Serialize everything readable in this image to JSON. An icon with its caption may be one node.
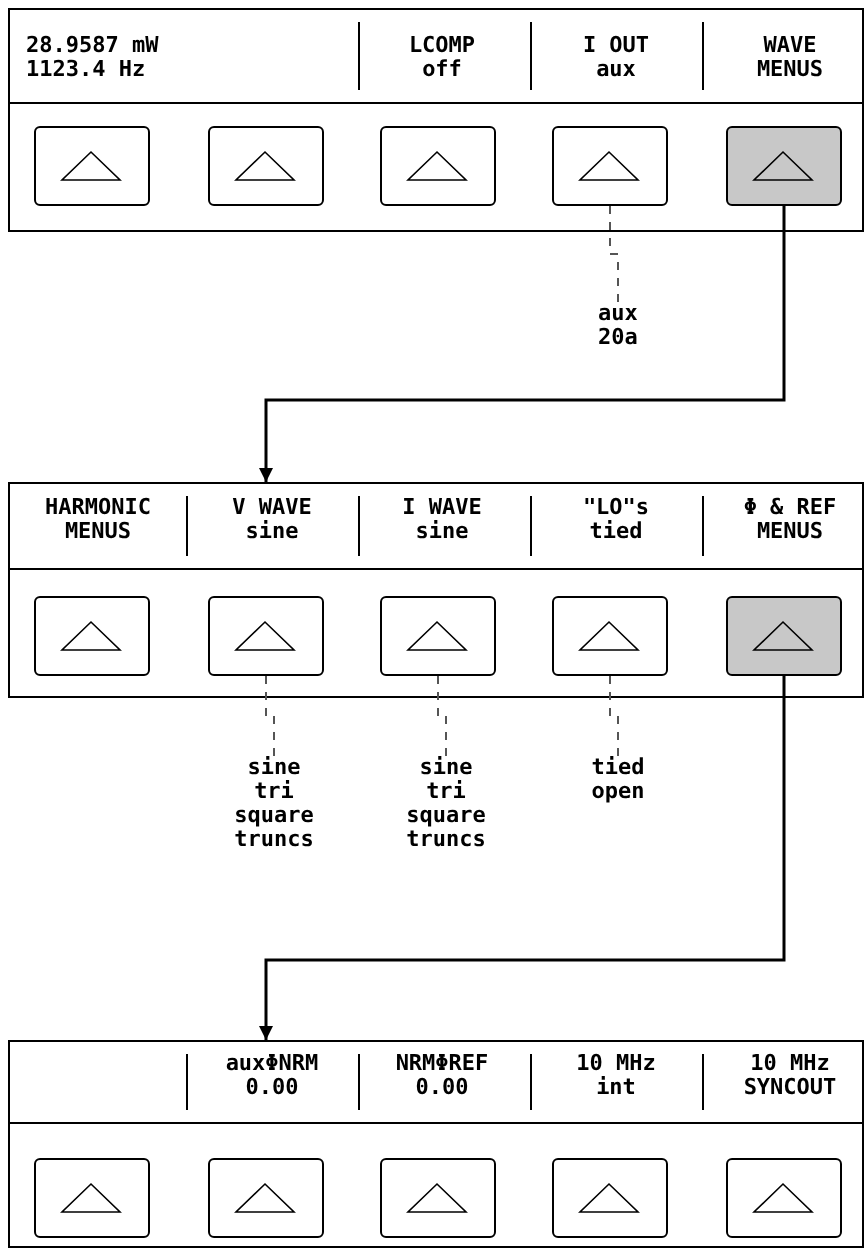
{
  "diagram": {
    "nodes": [
      {
        "text": [],
        "shape": "box"
      },
      {
        "text": [
          "28.9587 mW 1123.4 Hz"
        ],
        "in": 0
      },
      {
        "text": [
          "LCOMP off"
        ],
        "in": 0
      },
      {
        "text": [
          "I OUT aux"
        ],
        "in": 0
      },
      {
        "text": [
          "WAVE MENUS"
        ],
        "in": 0
      },
      {
        "text": [],
        "shape": "box",
        "in": 0
      },
      {
        "text": [],
        "shape": "box",
        "in": 0
      },
      {
        "text": [],
        "shape": "box",
        "in": 0
      },
      {
        "text": [],
        "shape": "box",
        "in": 0
      },
      {
        "text": [],
        "shape": "box",
        "in": 0
      },
      {
        "text": [
          "aux 20a"
        ]
      },
      {
        "text": [],
        "shape": "box"
      },
      {
        "text": [
          "HARMONIC MENUS"
        ],
        "in": 11
      },
      {
        "text": [
          "V WAVE sine"
        ],
        "in": 11
      },
      {
        "text": [
          "I WAVE sine"
        ],
        "in": 11
      },
      {
        "text": [
          "\"LO\"s tied"
        ],
        "in": 11
      },
      {
        "text": [
          "Φ & REF MENUS"
        ],
        "in": 11
      },
      {
        "text": [],
        "shape": "box",
        "in": 11
      },
      {
        "text": [],
        "shape": "box",
        "in": 11
      },
      {
        "text": [],
        "shape": "box",
        "in": 11
      },
      {
        "text": [],
        "shape": "box",
        "in": 11
      },
      {
        "text": [],
        "shape": "box",
        "in": 11
      },
      {
        "text": [
          "sine tri square truncs"
        ]
      },
      {
        "text": [
          "sine tri square truncs"
        ]
      },
      {
        "text": [
          "tied open"
        ]
      },
      {
        "text": [],
        "shape": "box"
      },
      {
        "text": [
          "auxΦNRM 0.00"
        ],
        "in": 25
      },
      {
        "text": [
          "NRMΦREF 0.00"
        ],
        "in": 25
      },
      {
        "text": [
          "10 MHz int"
        ],
        "in": 25
      },
      {
        "text": [
          "10 MHz SYNCOUT"
        ],
        "in": 25
      },
      {
        "text": [],
        "shape": "box",
        "in": 25
      },
      {
        "text": [],
        "shape": "box",
        "in": 25
      },
      {
        "text": [],
        "shape": "box",
        "in": 25
      },
      {
        "text": [],
        "shape": "box",
        "in": 25
      },
      {
        "text": [],
        "shape": "box",
        "in": 25
      }
    ],
    "edges": [
      {
        "from": 8,
        "to": 10,
        "arrow": "none",
        "style": "dashed"
      },
      {
        "from": 9,
        "to": 11,
        "arrow": "to"
      },
      {
        "from": 18,
        "to": 22,
        "arrow": "none",
        "style": "dashed"
      },
      {
        "from": 19,
        "to": 23,
        "arrow": "none",
        "style": "dashed"
      },
      {
        "from": 20,
        "to": 24,
        "arrow": "none",
        "style": "dashed"
      },
      {
        "from": 21,
        "to": 25,
        "arrow": "to"
      }
    ]
  }
}
